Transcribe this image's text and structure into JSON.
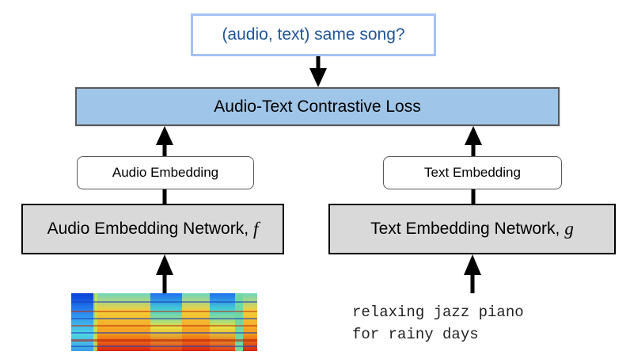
{
  "question": {
    "label": "(audio, text) same song?"
  },
  "loss": {
    "label": "Audio-Text Contrastive Loss"
  },
  "audio_branch": {
    "embedding_label": "Audio Embedding",
    "network_label": "Audio Embedding Network,",
    "network_symbol": "f",
    "input": "spectrogram"
  },
  "text_branch": {
    "embedding_label": "Text Embedding",
    "network_label": "Text Embedding Network,",
    "network_symbol": "g",
    "input_lines": [
      "relaxing jazz piano",
      "for rainy days"
    ]
  },
  "colors": {
    "question_border": "#a4c2f4",
    "question_text": "#1f5597",
    "loss_fill": "#9fc5e8",
    "network_fill": "#d9d9d9"
  }
}
